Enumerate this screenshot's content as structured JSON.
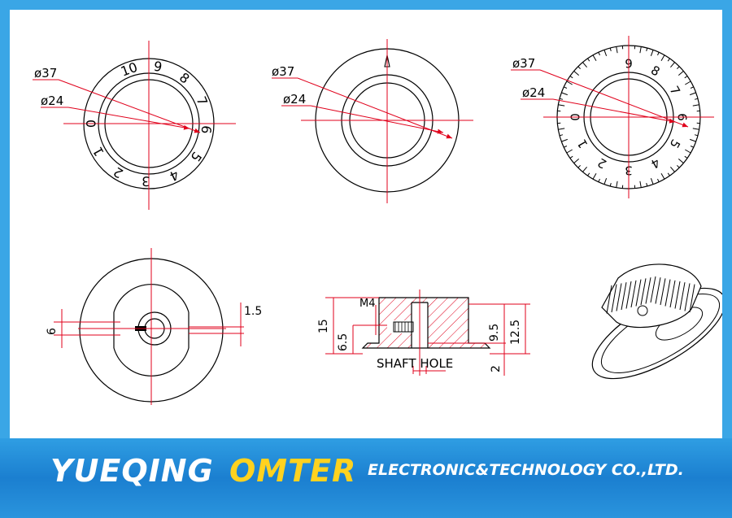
{
  "drawing": {
    "view1": {
      "dia_outer": "ø37",
      "dia_inner": "ø24",
      "dial_numbers": [
        "0",
        "1",
        "2",
        "3",
        "4",
        "5",
        "6",
        "7",
        "8",
        "9",
        "10"
      ]
    },
    "view2": {
      "dia_outer": "ø37",
      "dia_inner": "ø24"
    },
    "view3": {
      "dia_outer": "ø37",
      "dia_inner": "ø24",
      "dial_numbers": [
        "0",
        "1",
        "2",
        "3",
        "4",
        "5",
        "6",
        "7",
        "8",
        "9"
      ]
    },
    "view4": {
      "dim_flat": "6",
      "dim_slot": "1.5"
    },
    "section": {
      "thread": "M4",
      "dim_total": "15",
      "dim_base": "6.5",
      "dim_mid": "9.5",
      "dim_body": "12.5",
      "dim_flange": "2",
      "shaft_hole": "SHAFT HOLE"
    }
  },
  "banner": {
    "name_part1": "YUEQING",
    "name_part2": "OMTER",
    "name_part3": "ELECTRONIC&TECHNOLOGY  CO.,LTD."
  },
  "colors": {
    "frame": "#3aa6e6",
    "centerline": "#e0001b",
    "outline": "#000000",
    "brand_yellow": "#ffd21f"
  }
}
